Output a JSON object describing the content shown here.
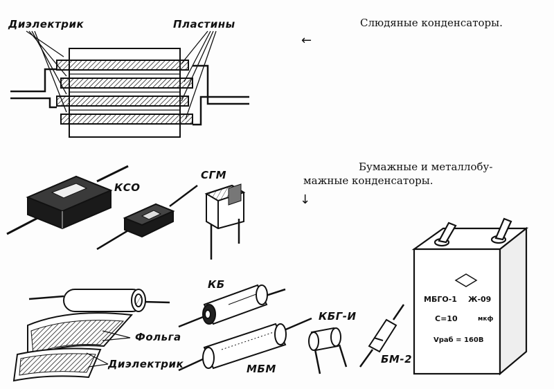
{
  "titles": {
    "mica": "Слюдяные конденсаторы.",
    "paper_line1": "Бумажные и металлобу-",
    "paper_line2": "мажные конденсаторы."
  },
  "arrows": {
    "left": "←",
    "down": "↓"
  },
  "labels": {
    "dielectric_top": "Диэлектрик",
    "plates": "Пластины",
    "kso": "КСО",
    "sgm": "СГМ",
    "kb": "КБ",
    "kbg_i": "КБГ-И",
    "foil": "Фольга",
    "dielectric_bottom": "Диэлектрик",
    "mbm": "МБМ",
    "bm2": "БМ-2"
  },
  "mbgo_case": {
    "model": "МБГО-1",
    "code": "Ж-09",
    "capacitance": "C=10",
    "unit": "мкф",
    "voltage": "Vраб = 160В"
  }
}
